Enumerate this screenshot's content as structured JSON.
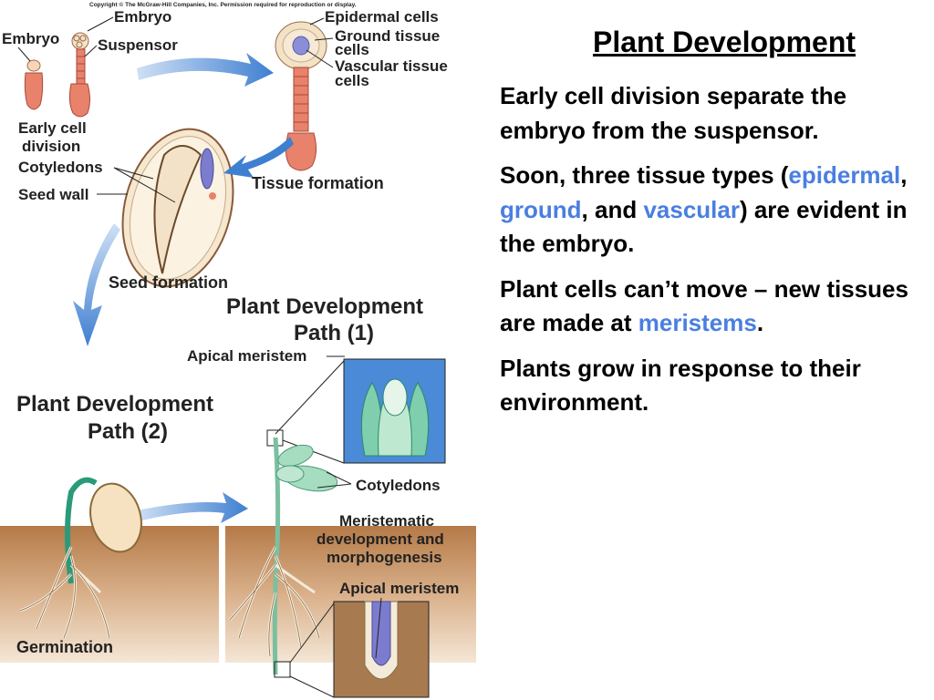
{
  "copyright": "Copyright © The McGraw-Hill Companies, Inc. Permission required for reproduction or display.",
  "figure": {
    "labels": {
      "embryo_top": "Embryo",
      "embryo_left": "Embryo",
      "suspensor": "Suspensor",
      "epidermal_cells": "Epidermal cells",
      "ground_tissue_1": "Ground tissue",
      "ground_tissue_2": "cells",
      "vascular_tissue_1": "Vascular tissue",
      "vascular_tissue_2": "cells",
      "early_cell_1": "Early cell",
      "early_cell_2": "division",
      "cotyledons_seed": "Cotyledons",
      "seed_wall": "Seed wall",
      "tissue_formation": "Tissue formation",
      "seed_formation": "Seed formation",
      "path1_line1": "Plant Development",
      "path1_line2": "Path (1)",
      "apical_meristem_top": "Apical meristem",
      "path2_line1": "Plant Development",
      "path2_line2": "Path (2)",
      "cotyledons_plant": "Cotyledons",
      "meristematic_1": "Meristematic",
      "meristematic_2": "development and",
      "meristematic_3": "morphogenesis",
      "apical_meristem_bottom": "Apical meristem",
      "germination": "Germination"
    }
  },
  "content": {
    "title": "Plant Development",
    "p1": "Early cell division separate the embryo from the suspensor.",
    "p2": {
      "t1": "Soon, three tissue types (",
      "epidermal": "epidermal",
      "t2": ", ",
      "ground": "ground",
      "t3": ", and ",
      "vascular": "vascular",
      "t4": ") are evident in the embryo."
    },
    "p3": {
      "t1": "Plant cells can’t move – new tissues are made at ",
      "meristems": "meristems",
      "t2": "."
    },
    "p4": "Plants grow in response to their environment.",
    "highlight_color": "#4a7fe0"
  }
}
